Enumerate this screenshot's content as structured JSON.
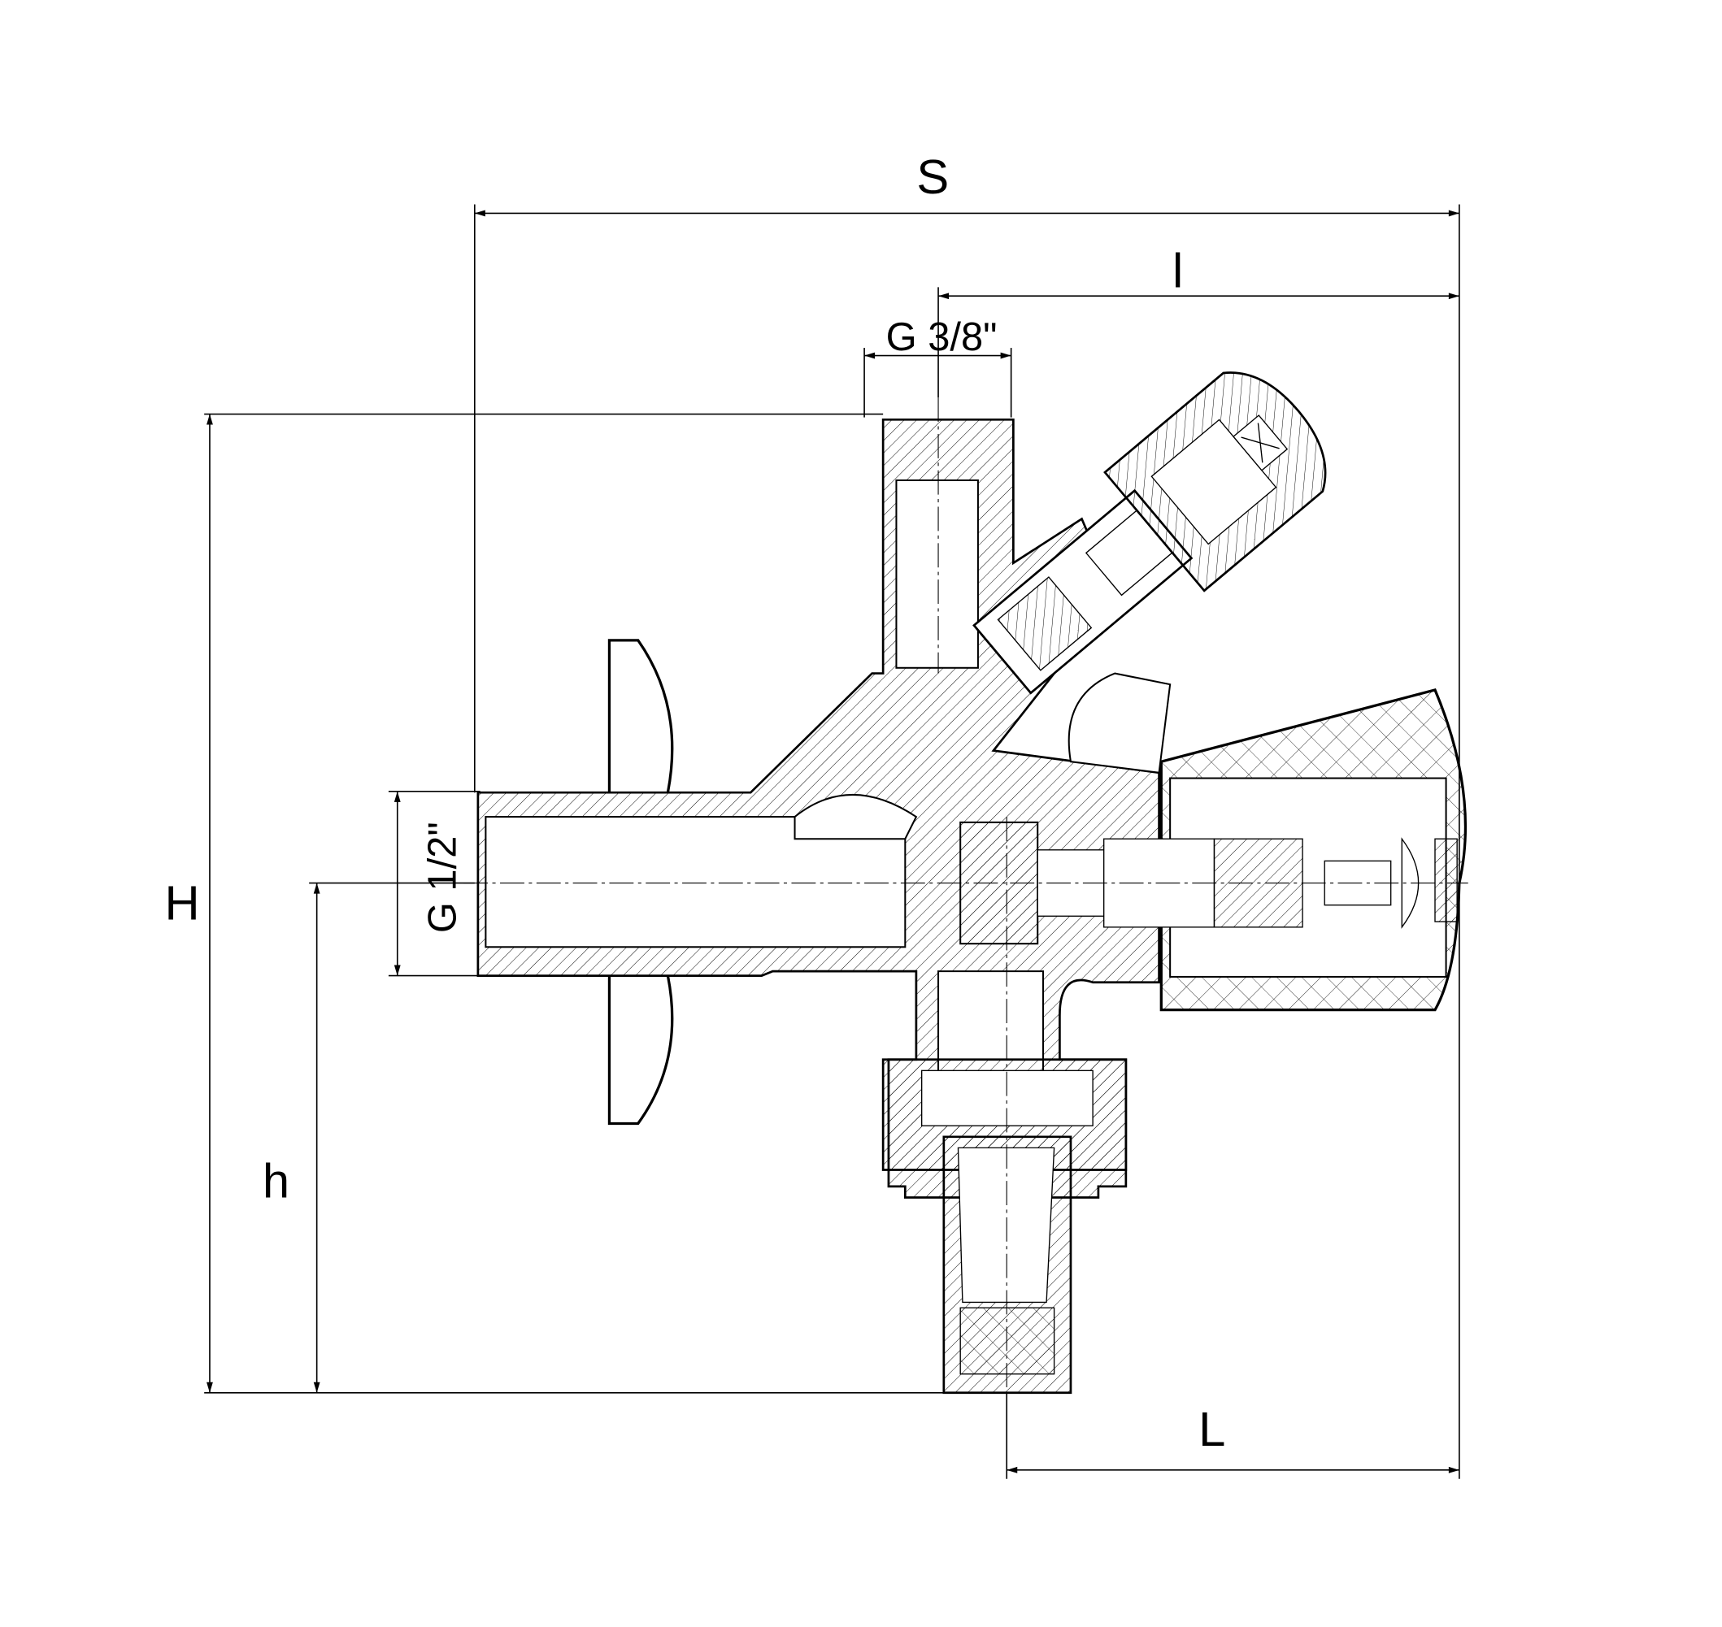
{
  "drawing": {
    "title": "Angle valve with hose connector – sectional drawing",
    "dimensions": {
      "overall_width": "S",
      "handle_offset": "l",
      "top_thread": "G 3/8\"",
      "overall_height": "H",
      "axis_height": "h",
      "inlet_thread": "G 1/2\"",
      "outlet_offset": "L"
    },
    "colors": {
      "line": "#000000",
      "background": "#ffffff"
    }
  }
}
